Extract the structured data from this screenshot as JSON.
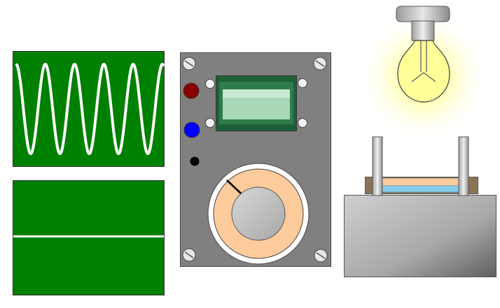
{
  "scope_top": {
    "waveform": "sine",
    "cycles": 5,
    "color": "#008000",
    "trace_color": "#ffffff"
  },
  "scope_bottom": {
    "waveform": "flat",
    "color": "#008000",
    "trace_color": "#ffffff"
  },
  "generator": {
    "panel_color": "#808080",
    "buttons": [
      {
        "name": "red-button",
        "color": "#8b0000"
      },
      {
        "name": "blue-button",
        "color": "#0000ff"
      }
    ],
    "indicator_color": "#000000",
    "display": {
      "frame_color": "#2e7d4a",
      "screen_color": "#a8d8b8",
      "text": ""
    },
    "dial": {
      "ring_color": "#fdcb9c",
      "knob_color": "#c0c0c0"
    },
    "screw_icon": "screw-icon"
  },
  "lamp": {
    "state": "on",
    "glow_color": "#ffff66",
    "bulb_color": "#ffff99"
  },
  "stand": {
    "base_color": "#b0b0b0",
    "plate_color": "#8b7355",
    "sample_color": "#87ceeb"
  }
}
